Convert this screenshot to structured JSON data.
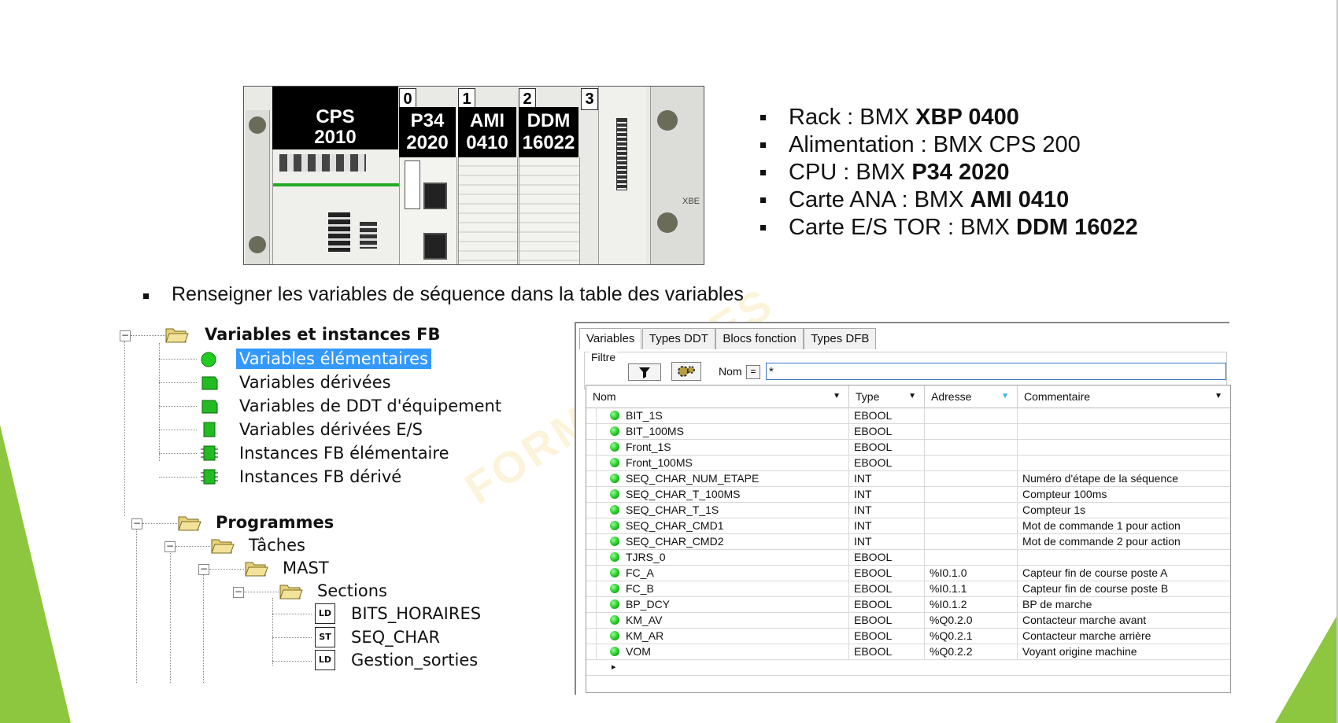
{
  "rack": {
    "modules": [
      {
        "slot": "",
        "ref_line1": "CPS",
        "ref_line2": "2010"
      },
      {
        "slot": "0",
        "ref_line1": "P34",
        "ref_line2": "2020"
      },
      {
        "slot": "1",
        "ref_line1": "AMI",
        "ref_line2": "0410"
      },
      {
        "slot": "2",
        "ref_line1": "DDM",
        "ref_line2": "16022"
      },
      {
        "slot": "3",
        "ref_line1": "",
        "ref_line2": ""
      }
    ],
    "xbe_label": "XBE"
  },
  "specs": [
    {
      "label": "Rack : BMX ",
      "bold": "XBP 0400"
    },
    {
      "label": "Alimentation : BMX CPS 200",
      "bold": ""
    },
    {
      "label": "CPU : BMX ",
      "bold": "P34 2020"
    },
    {
      "label": "Carte ANA : BMX ",
      "bold": "AMI 0410"
    },
    {
      "label": "Carte E/S TOR : BMX ",
      "bold": "DDM 16022"
    }
  ],
  "instruction": "Renseigner les variables de séquence dans la table des variables",
  "watermark": "FORMATIQUES",
  "tree": {
    "variables_root": "Variables et instances FB",
    "variables_items": [
      "Variables élémentaires",
      "Variables dérivées",
      "Variables de DDT d'équipement",
      "Variables dérivées E/S",
      "Instances FB élémentaire",
      "Instances FB dérivé"
    ],
    "programs_root": "Programmes",
    "taches": "Tâches",
    "mast": "MAST",
    "sections": "Sections",
    "section_items": [
      {
        "type": "LD",
        "name": "BITS_HORAIRES"
      },
      {
        "type": "ST",
        "name": "SEQ_CHAR"
      },
      {
        "type": "LD",
        "name": "Gestion_sorties"
      }
    ]
  },
  "editor": {
    "tabs": [
      "Variables",
      "Types DDT",
      "Blocs fonction",
      "Types DFB"
    ],
    "active_tab": "Variables",
    "filter_label": "Filtre",
    "nom_label": "Nom",
    "equals_label": "=",
    "filter_value": "*",
    "columns": [
      "Nom",
      "Type",
      "Adresse",
      "Commentaire"
    ],
    "rows": [
      {
        "nom": "BIT_1S",
        "type": "EBOOL",
        "adresse": "",
        "commentaire": ""
      },
      {
        "nom": "BIT_100MS",
        "type": "EBOOL",
        "adresse": "",
        "commentaire": ""
      },
      {
        "nom": "Front_1S",
        "type": "EBOOL",
        "adresse": "",
        "commentaire": ""
      },
      {
        "nom": "Front_100MS",
        "type": "EBOOL",
        "adresse": "",
        "commentaire": ""
      },
      {
        "nom": "SEQ_CHAR_NUM_ETAPE",
        "type": "INT",
        "adresse": "",
        "commentaire": "Numéro d'étape de la séquence"
      },
      {
        "nom": "SEQ_CHAR_T_100MS",
        "type": "INT",
        "adresse": "",
        "commentaire": "Compteur 100ms"
      },
      {
        "nom": "SEQ_CHAR_T_1S",
        "type": "INT",
        "adresse": "",
        "commentaire": "Compteur 1s"
      },
      {
        "nom": "SEQ_CHAR_CMD1",
        "type": "INT",
        "adresse": "",
        "commentaire": "Mot de commande 1 pour action"
      },
      {
        "nom": "SEQ_CHAR_CMD2",
        "type": "INT",
        "adresse": "",
        "commentaire": "Mot de commande 2 pour action"
      },
      {
        "nom": "TJRS_0",
        "type": "EBOOL",
        "adresse": "",
        "commentaire": ""
      },
      {
        "nom": "FC_A",
        "type": "EBOOL",
        "adresse": "%I0.1.0",
        "commentaire": "Capteur fin de course poste A"
      },
      {
        "nom": "FC_B",
        "type": "EBOOL",
        "adresse": "%I0.1.1",
        "commentaire": "Capteur fin de course poste B"
      },
      {
        "nom": "BP_DCY",
        "type": "EBOOL",
        "adresse": "%I0.1.2",
        "commentaire": "BP de marche"
      },
      {
        "nom": "KM_AV",
        "type": "EBOOL",
        "adresse": "%Q0.2.0",
        "commentaire": "Contacteur marche avant"
      },
      {
        "nom": "KM_AR",
        "type": "EBOOL",
        "adresse": "%Q0.2.1",
        "commentaire": "Contacteur marche arrière"
      },
      {
        "nom": "VOM",
        "type": "EBOOL",
        "adresse": "%Q0.2.2",
        "commentaire": "Voyant origine machine"
      }
    ],
    "new_row_marker": "▸"
  },
  "colors": {
    "accent_green": "#8dc63f",
    "selection_blue": "#3399ff",
    "status_green": "#1fbf1f"
  }
}
